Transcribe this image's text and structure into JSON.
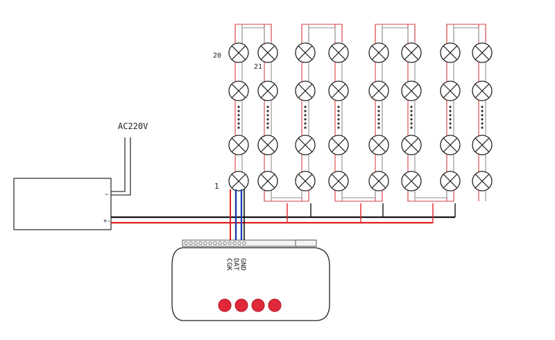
{
  "labels": {
    "ac_input": "AC220V",
    "psu_terminal_top": "~",
    "psu_terminal_bottom": "+-",
    "bulb_start": "1",
    "bulb_20": "20",
    "bulb_21": "21",
    "controller_col1": "CGK",
    "controller_col2": "DAT",
    "controller_col3": "GND"
  },
  "controller": {
    "button_count": 4,
    "button_color": "#e0283a"
  },
  "wire_colors": {
    "positive": "#e02020",
    "negative": "#111111",
    "data": "#1a3fb0",
    "ac": "#333333",
    "string_outer": "#d84040",
    "string_inner": "#8e8e8e"
  },
  "lamp_string": {
    "columns": 8,
    "lamps_top_segment": 2,
    "lamps_bottom_segment": 2
  }
}
